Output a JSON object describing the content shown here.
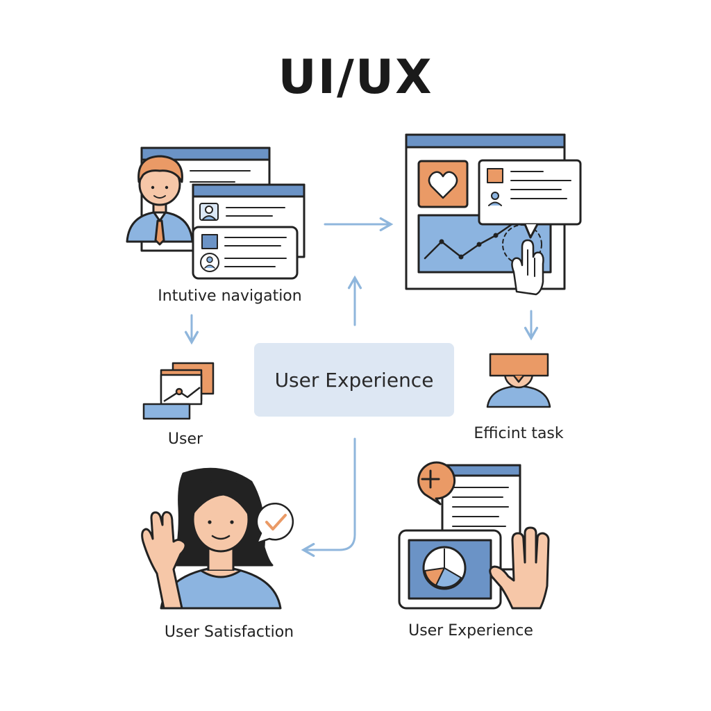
{
  "title": "UI/UX",
  "center": {
    "label": "User Experience"
  },
  "nodes": {
    "top_left": {
      "label": "Intutive navigation"
    },
    "top_right": {
      "label": ""
    },
    "mid_left": {
      "label": "User"
    },
    "mid_right": {
      "label": "Efficint task"
    },
    "bottom_left": {
      "label": "User Satisfaction"
    },
    "bottom_right": {
      "label": "User Experience"
    }
  },
  "icons": {
    "top_left": [
      "person-avatar-icon",
      "user-card-icon",
      "user-profile-icon"
    ],
    "top_right": [
      "heart-icon",
      "line-chart-icon",
      "tap-hand-icon",
      "profile-card-icon"
    ],
    "mid_left": [
      "photo-stack-icon"
    ],
    "mid_right": [
      "user-with-banner-icon"
    ],
    "bottom_left": [
      "waving-woman-icon",
      "checkmark-bubble-icon"
    ],
    "bottom_right": [
      "plus-bubble-icon",
      "tablet-pie-chart-icon",
      "document-icon",
      "hand-icon"
    ]
  },
  "colors": {
    "blue": "#6b93c6",
    "light_blue": "#8cb4e0",
    "orange": "#ea9a66",
    "arrow": "#8fb6dc",
    "outline": "#222222"
  }
}
